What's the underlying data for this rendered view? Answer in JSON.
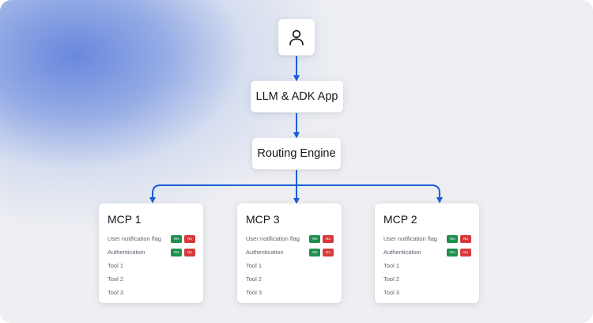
{
  "nodes": {
    "user_icon": "person-icon",
    "llm_app": "LLM & ADK App",
    "routing_engine": "Routing Engine"
  },
  "mcp_cards": [
    {
      "title": "MCP 1",
      "flags": [
        {
          "label": "User notification flag",
          "yes": "Yes",
          "no": "No"
        },
        {
          "label": "Authentication",
          "yes": "Yes",
          "no": "No"
        }
      ],
      "tools": [
        "Tool 1",
        "Tool 2",
        "Tool 3"
      ]
    },
    {
      "title": "MCP 3",
      "flags": [
        {
          "label": "User notification flag",
          "yes": "Yes",
          "no": "No"
        },
        {
          "label": "Authentication",
          "yes": "Yes",
          "no": "No"
        }
      ],
      "tools": [
        "Tool 1",
        "Tool 2",
        "Tool 3"
      ]
    },
    {
      "title": "MCP 2",
      "flags": [
        {
          "label": "User notification flag",
          "yes": "Yes",
          "no": "No"
        },
        {
          "label": "Authentication",
          "yes": "Yes",
          "no": "No"
        }
      ],
      "tools": [
        "Tool 1",
        "Tool 2",
        "Tool 3"
      ]
    }
  ],
  "colors": {
    "arrow": "#1a5fd8",
    "yes": "#1f8f4e",
    "no": "#d63a3a"
  }
}
